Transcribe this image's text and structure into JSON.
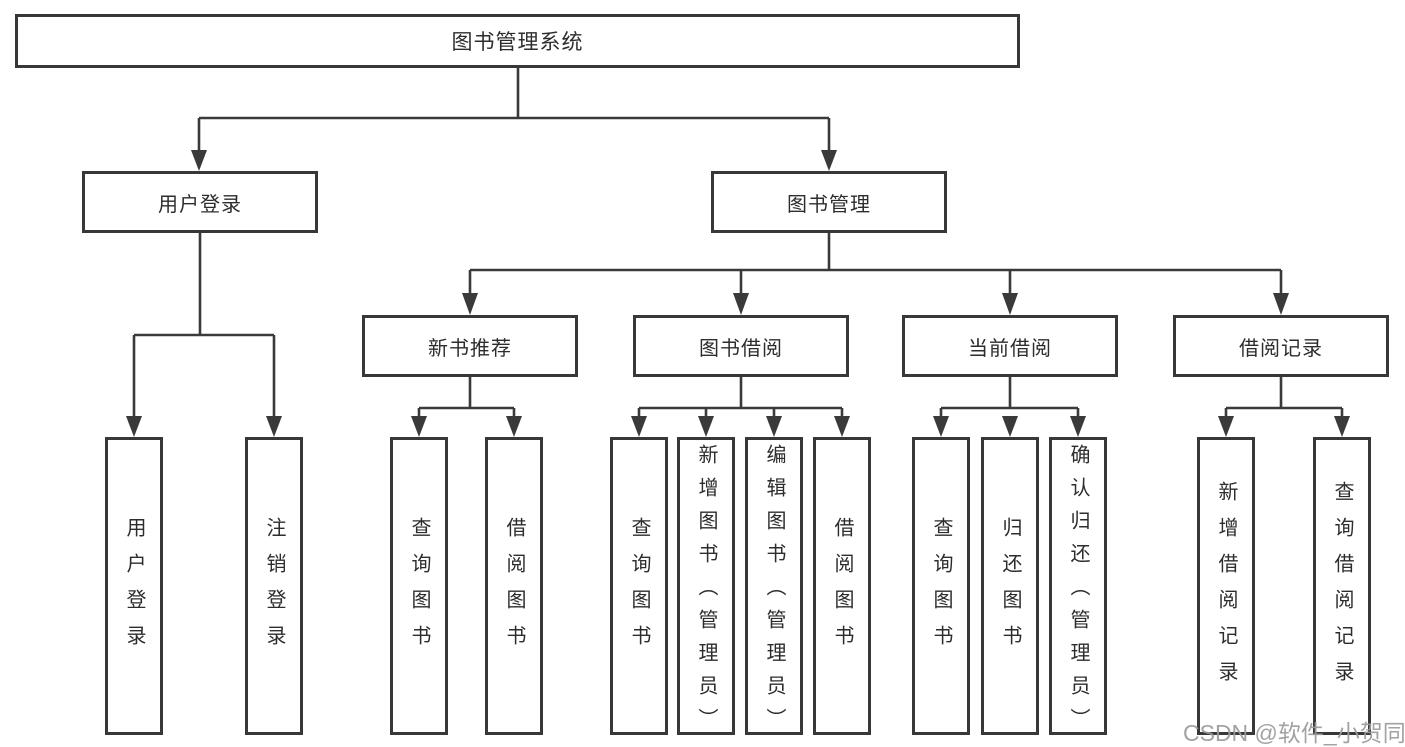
{
  "diagram": {
    "root": "图书管理系统",
    "level1": [
      "用户登录",
      "图书管理"
    ],
    "level2": [
      "新书推荐",
      "图书借阅",
      "当前借阅",
      "借阅记录"
    ],
    "leaves_user": [
      "用户登录",
      "注销登录"
    ],
    "leaves_newbook": [
      "查询图书",
      "借阅图书"
    ],
    "leaves_borrow": [
      "查询图书",
      "新增图书（管理员）",
      "编辑图书（管理员）",
      "借阅图书"
    ],
    "leaves_current": [
      "查询图书",
      "归还图书",
      "确认归还（管理员）"
    ],
    "leaves_record": [
      "新增借阅记录",
      "查询借阅记录"
    ]
  },
  "watermark": "CSDN @软件_小贺同学",
  "colors": {
    "line": "#3a3a3a",
    "border": "#383838",
    "background": "#ffffff",
    "watermark": "#9b9b9b"
  }
}
